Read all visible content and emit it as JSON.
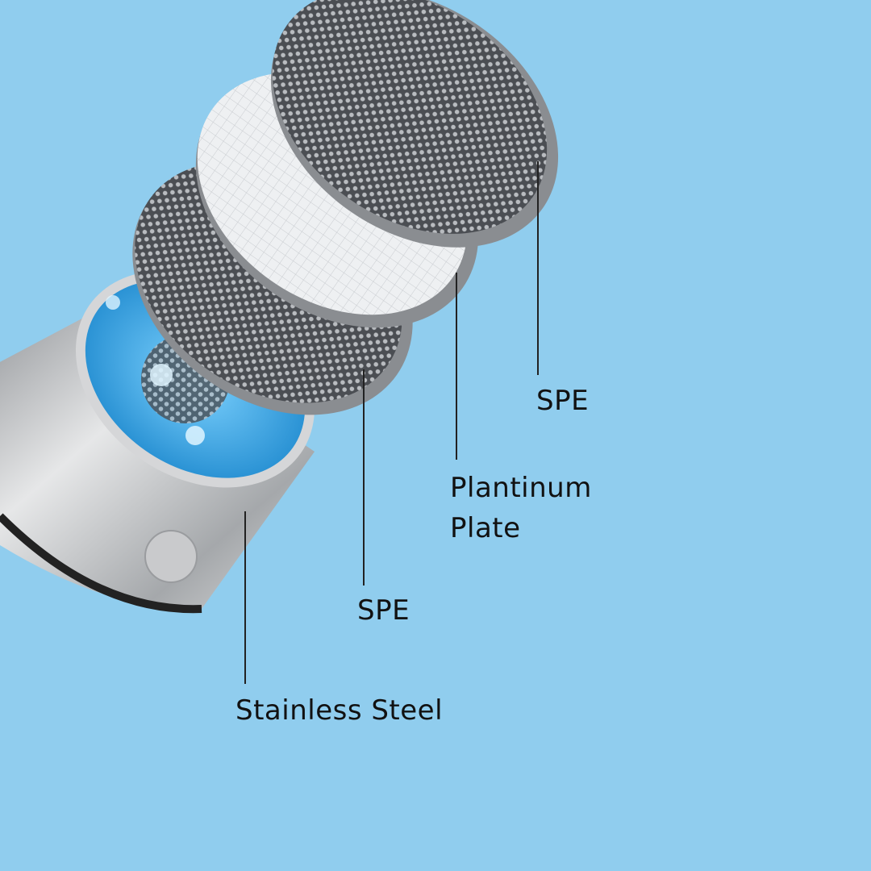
{
  "labels": {
    "spe_top": "SPE",
    "platinum_plate_line1": "Plantinum",
    "platinum_plate_line2": "Plate",
    "spe_bottom": "SPE",
    "stainless_steel": "Stainless Steel"
  },
  "colors": {
    "background": "#90cdee",
    "water": "#2aa6e6",
    "steel": "#c4c6c8",
    "mesh": "#5a5d62"
  }
}
